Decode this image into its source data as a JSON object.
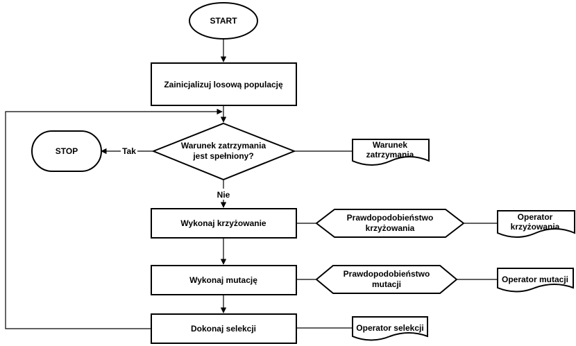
{
  "nodes": {
    "start": "START",
    "init": "Zainicjalizuj losową populację",
    "condition_line1": "Warunek zatrzymania",
    "condition_line2": "jest spełniony?",
    "stop": "STOP",
    "crossover": "Wykonaj krzyżowanie",
    "mutation": "Wykonaj mutację",
    "selection": "Dokonaj selekcji"
  },
  "params": {
    "stop_condition_line1": "Warunek",
    "stop_condition_line2": "zatrzymania",
    "crossover_prob_line1": "Prawdopodobieństwo",
    "crossover_prob_line2": "krzyżowania",
    "crossover_op_line1": "Operator",
    "crossover_op_line2": "krzyżowania",
    "mutation_prob_line1": "Prawdopodobieństwo",
    "mutation_prob_line2": "mutacji",
    "mutation_op": "Operator mutacji",
    "selection_op": "Operator selekcji"
  },
  "edges": {
    "yes": "Tak",
    "no": "Nie"
  }
}
